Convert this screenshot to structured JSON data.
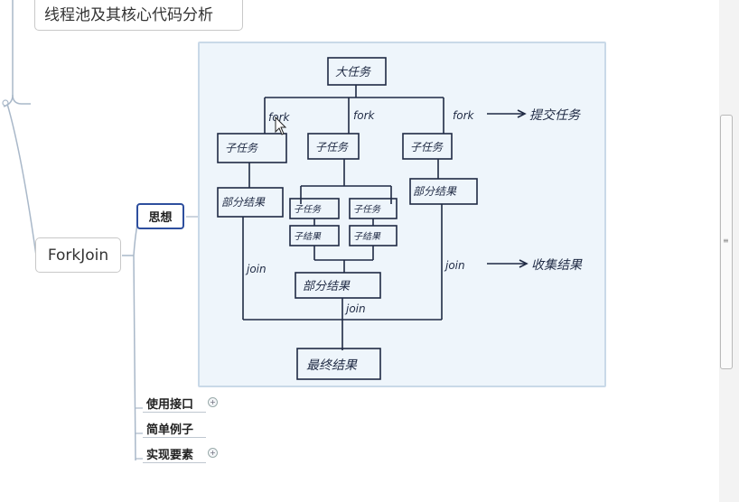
{
  "mindmap": {
    "top_topic": "线程池及其核心代码分析",
    "main_topic": "ForkJoin",
    "subtopics": [
      "思想",
      "使用接口",
      "简单例子",
      "实现要素"
    ]
  },
  "sketch": {
    "big_task": "大任务",
    "fork": [
      "fork",
      "fork",
      "fork"
    ],
    "fork_note": "提交任务",
    "subtasks": [
      "子任务",
      "子任务",
      "子任务"
    ],
    "partial_results": [
      "部分结果",
      "部分结果"
    ],
    "inner_subtasks": [
      "子任务",
      "子任务"
    ],
    "inner_results": [
      "子结果",
      "子结果"
    ],
    "merged_result": "部分结果",
    "join": [
      "join",
      "join",
      "join"
    ],
    "join_note": "收集结果",
    "final_result": "最终结果"
  },
  "colors": {
    "accent": "#2e4f9e",
    "connector": "#a9b8c9"
  }
}
